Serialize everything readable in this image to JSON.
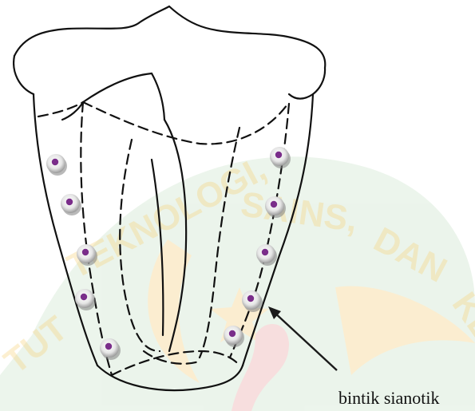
{
  "annotation": {
    "label": "bintik sianotik",
    "line_color": "#1a1a1a"
  },
  "watermark": {
    "text": "INSTITUT TEKNOLOGI, SAINS, DAN KESEHATAN",
    "text_color": "#f6d27a",
    "emblem_colors": [
      "#9fc9a0",
      "#f3c25a",
      "#e58a8a"
    ]
  },
  "spots": {
    "count": 10,
    "fill": "#7a2d8a",
    "ring": "#d9d9d9"
  },
  "drawing": {
    "stroke": "#111111",
    "subject": "cyanotic spots"
  }
}
